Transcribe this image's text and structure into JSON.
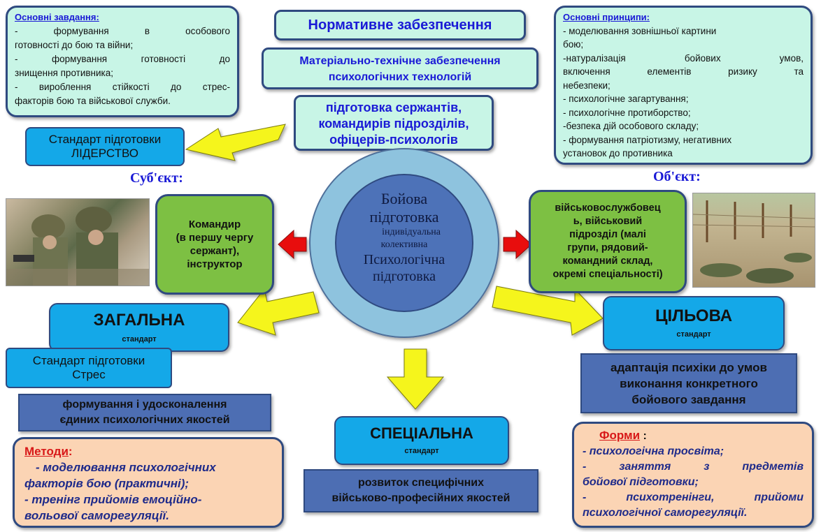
{
  "top_left": {
    "title": "Основні завдання:",
    "lines": [
      "-  формування  в  особового",
      "готовності до бою та війни;",
      "- формування   готовності   до",
      "знищення противника;",
      "- вироблення стійкості до стрес-",
      "факторів бою та військової служби."
    ]
  },
  "center_top": {
    "normative": "Нормативне забезпечення",
    "material_1": "Матеріально-технічне забезпечення",
    "material_2": "психологічних технологій",
    "training_1": "підготовка сержантів,",
    "training_2": "командирів підрозділів,",
    "training_3": "офіцерів-психологів"
  },
  "top_right": {
    "title": "Основні принципи:",
    "lines": [
      "- моделювання зовнішньої картини",
      "бою;",
      "-натуралізація     бойових     умов,",
      "включення   елементів   ризику   та",
      "небезпеки;",
      "- психологічне загартування;",
      "- психологічне протиборство;",
      "-безпека дій особового складу;",
      "- формування патріотизму, негативних",
      "установок до противника"
    ]
  },
  "leadership": {
    "line1": "Стандарт підготовки",
    "line2": "ЛІДЕРСТВО"
  },
  "subject_label": "Суб'єкт:",
  "object_label": "Об'єкт:",
  "commander": {
    "l1": "Командир",
    "l2": "(в першу чергу",
    "l3": "сержант),",
    "l4": "інструктор"
  },
  "soldier": {
    "lines": [
      "військовослужбовец",
      "ь, військовий",
      "підрозділ (малі",
      "групи, рядовий-",
      "командний склад,",
      "окремі спеціальності)"
    ]
  },
  "center_circle": {
    "combat_1": "Бойова",
    "combat_2": "підготовка",
    "individual": "індивідуальна",
    "collective": "колективна",
    "psych_1": "Психологічна",
    "psych_2": "підготовка"
  },
  "general": {
    "title": "ЗАГАЛЬНА",
    "sub": "стандарт"
  },
  "stress": {
    "line1": "Стандарт підготовки",
    "line2": "Стрес"
  },
  "general_desc": {
    "l1": "формування і удосконалення",
    "l2": "єдиних  психологічних якостей"
  },
  "target": {
    "title": "ЦІЛЬОВА",
    "sub": "стандарт"
  },
  "target_desc": {
    "l1": "адаптація психіки до умов",
    "l2": "виконання конкретного",
    "l3": "бойового завдання"
  },
  "special": {
    "title": "СПЕЦІАЛЬНА",
    "sub": "стандарт"
  },
  "special_desc": {
    "l1": "розвиток специфічних",
    "l2": "військово-професійних якостей"
  },
  "methods": {
    "title": "Методи",
    "colon": ":",
    "lines": [
      "- моделювання психологічних",
      "факторів бою (практичні);",
      "-    тренінг прийомів емоційно-",
      "вольової саморегуляції."
    ]
  },
  "forms": {
    "title": "Форми",
    "colon": " :",
    "lines": [
      "- психологічна просвіта;",
      "-    заняття   з   предметів",
      "бойової підготовки;",
      "-   психотренінги,   прийоми",
      "психологічної саморегуляції."
    ]
  },
  "colors": {
    "arrow_yellow": "#f5f51a",
    "arrow_red": "#e81010",
    "circle_outer": "#8ec3de",
    "circle_inner": "#4d72b8"
  }
}
